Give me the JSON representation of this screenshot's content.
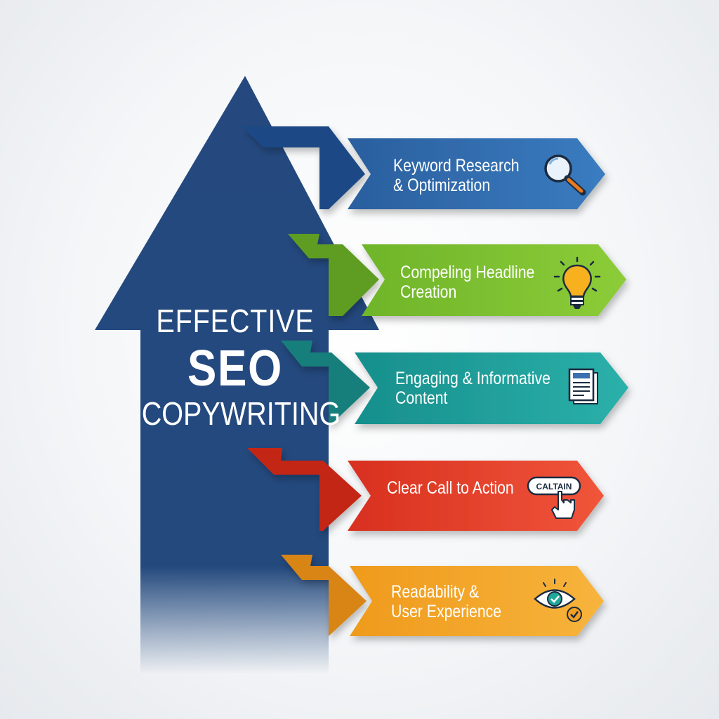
{
  "title": {
    "line1": "EFFECTIVE",
    "line2": "SEO",
    "line3": "COPYWRITING"
  },
  "steps": [
    {
      "line1": "Keyword Research",
      "line2": "& Optimization",
      "color": "#2f67a6",
      "icon": "magnifying-glass-icon"
    },
    {
      "line1": "Compeling Headline",
      "line2": "Creation",
      "color": "#7cbf2c",
      "icon": "lightbulb-icon"
    },
    {
      "line1": "Engaging & Informative",
      "line2": "Content",
      "color": "#1e9b98",
      "icon": "document-icon"
    },
    {
      "line1": "Clear Call to Action",
      "line2": "",
      "color": "#e23a2a",
      "icon": "click-button-icon",
      "button_text": "CALTAIN"
    },
    {
      "line1": "Readability &",
      "line2": "User Experience",
      "color": "#f2a124",
      "icon": "eye-check-icon"
    }
  ],
  "colors": {
    "arrow": "#23497d",
    "background": "#f4f6f8"
  }
}
